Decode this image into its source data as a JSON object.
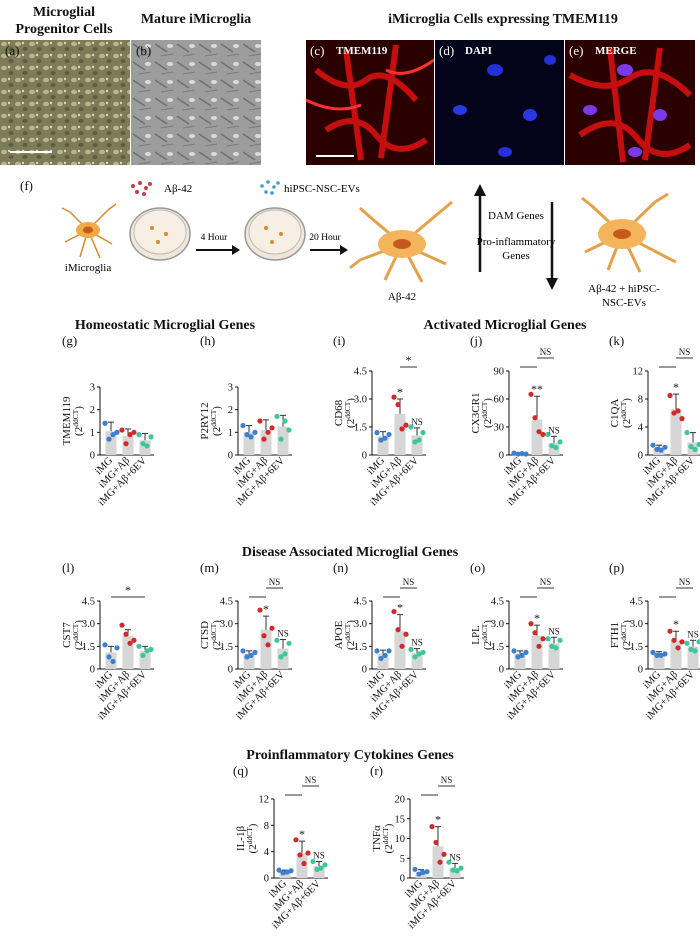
{
  "top": {
    "header_a": "Microglial Progenitor Cells",
    "header_b": "Mature iMicroglia",
    "header_cde": "iMicroglia Cells expressing TMEM119",
    "label_a": "(a)",
    "label_b": "(b)",
    "label_c": "(c)",
    "label_d": "(d)",
    "label_e": "(e)",
    "chan_c": "TMEM119",
    "chan_d": "DAPI",
    "chan_e": "MERGE"
  },
  "schematic": {
    "label_f": "(f)",
    "cell_label": "iMicroglia",
    "ab_label": "Aβ-42",
    "ev_label": "hiPSC-NSC-EVs",
    "arrow1": "4 Hour",
    "arrow2": "20 Hour",
    "result_label": "Aβ-42",
    "dam": "DAM Genes",
    "pro1": "Pro-inflammatory",
    "pro2": "Genes",
    "final1": "Aβ-42 + hiPSC-",
    "final2": "NSC-EVs"
  },
  "sections": {
    "homeostatic": "Homeostatic Microglial Genes",
    "activated": "Activated Microglial Genes",
    "disease": "Disease Associated Microglial Genes",
    "cytokine": "Proinflammatory Cytokines Genes"
  },
  "colors": {
    "iMG": "#3d7fd0",
    "iMG_Ab": "#d12a2a",
    "iMG_Ab_EV": "#3cc79a",
    "bar": "#d6d6d6"
  },
  "chart_data": [
    {
      "type": "bar",
      "panel": "(g)",
      "gene": "TMEM119",
      "categories": [
        "iMG",
        "iMG+Aβ",
        "iMG+Aβ+6EV"
      ],
      "values": [
        1.05,
        0.85,
        0.65
      ],
      "err": [
        0.4,
        0.3,
        0.3
      ],
      "ylim": [
        0,
        3
      ],
      "ticks": [
        "0",
        "1",
        "2",
        "3"
      ],
      "points": [
        [
          1.4,
          0.7,
          0.9,
          1.0
        ],
        [
          1.1,
          0.5,
          0.9,
          1.0
        ],
        [
          0.9,
          0.5,
          0.4,
          0.8
        ]
      ],
      "sig": []
    },
    {
      "type": "bar",
      "panel": "(h)",
      "gene": "P2RY12",
      "categories": [
        "iMG",
        "iMG+Aβ",
        "iMG+Aβ+6EV"
      ],
      "values": [
        1.0,
        1.1,
        1.25
      ],
      "err": [
        0.3,
        0.45,
        0.5
      ],
      "ylim": [
        0,
        3
      ],
      "ticks": [
        "0",
        "1",
        "2",
        "3"
      ],
      "points": [
        [
          1.3,
          0.9,
          0.8,
          1.0
        ],
        [
          1.5,
          0.7,
          1.0,
          1.2
        ],
        [
          1.7,
          0.7,
          1.5,
          1.1
        ]
      ],
      "sig": []
    },
    {
      "type": "bar",
      "panel": "(i)",
      "gene": "CD68",
      "categories": [
        "iMG",
        "iMG+Aβ",
        "iMG+Aβ+6EV"
      ],
      "values": [
        1.0,
        2.2,
        1.05
      ],
      "err": [
        0.25,
        0.8,
        0.4
      ],
      "ylim": [
        0,
        4.5
      ],
      "ticks": [
        "0",
        "1.5",
        "3.0",
        "4.5"
      ],
      "points": [
        [
          1.2,
          0.8,
          0.9,
          1.1
        ],
        [
          3.1,
          2.7,
          1.4,
          1.6
        ],
        [
          1.5,
          0.7,
          0.8,
          1.2
        ]
      ],
      "sig": [
        {
          "at": 1,
          "text": "*"
        },
        {
          "at": 2,
          "text": "NS"
        },
        {
          "from": 1,
          "to": 2,
          "text": "*",
          "level": 1
        }
      ]
    },
    {
      "type": "bar",
      "panel": "(j)",
      "gene": "CX3CR1",
      "categories": [
        "iMG",
        "iMG+Aβ",
        "iMG+Aβ+6EV"
      ],
      "values": [
        1.5,
        38,
        13
      ],
      "err": [
        1,
        25,
        7
      ],
      "ylim": [
        0,
        90
      ],
      "ticks": [
        "0",
        "30",
        "60",
        "90"
      ],
      "points": [
        [
          2,
          1,
          1.5,
          1
        ],
        [
          65,
          40,
          25,
          22
        ],
        [
          22,
          10,
          8,
          14
        ]
      ],
      "sig": [
        {
          "at": 1,
          "text": "**"
        },
        {
          "at": 2,
          "text": "NS"
        },
        {
          "from": 0,
          "to": 1,
          "text": "",
          "level": 1
        },
        {
          "from": 1,
          "to": 2,
          "text": "NS",
          "level": 2
        }
      ]
    },
    {
      "type": "bar",
      "panel": "(k)",
      "gene": "C1QA",
      "categories": [
        "iMG",
        "iMG+Aβ",
        "iMG+Aβ+6EV"
      ],
      "values": [
        1.0,
        6.5,
        1.8
      ],
      "err": [
        0.4,
        2.2,
        1.4
      ],
      "ylim": [
        0,
        12
      ],
      "ticks": [
        "0",
        "4",
        "8",
        "12"
      ],
      "points": [
        [
          1.4,
          0.8,
          0.7,
          1.1
        ],
        [
          8.5,
          6.0,
          6.3,
          5.2
        ],
        [
          3.2,
          1.2,
          0.8,
          1.5
        ]
      ],
      "sig": [
        {
          "at": 1,
          "text": "*"
        },
        {
          "from": 0,
          "to": 1,
          "text": "",
          "level": 1
        },
        {
          "from": 1,
          "to": 2,
          "text": "NS",
          "level": 2
        }
      ]
    },
    {
      "type": "bar",
      "panel": "(l)",
      "gene": "CST7",
      "categories": [
        "iMG",
        "iMG+Aβ",
        "iMG+Aβ+6EV"
      ],
      "values": [
        1.1,
        2.2,
        1.2
      ],
      "err": [
        0.4,
        0.4,
        0.3
      ],
      "ylim": [
        0,
        4.5
      ],
      "ticks": [
        "0",
        "1.5",
        "3.0",
        "4.5"
      ],
      "points": [
        [
          1.6,
          0.8,
          0.5,
          1.4
        ],
        [
          2.9,
          2.3,
          1.7,
          1.9
        ],
        [
          1.5,
          0.9,
          1.2,
          1.3
        ]
      ],
      "sig": [
        {
          "from": 0,
          "to": 2,
          "text": "*",
          "level": 1
        }
      ]
    },
    {
      "type": "bar",
      "panel": "(m)",
      "gene": "CTSD",
      "categories": [
        "iMG",
        "iMG+Aβ",
        "iMG+Aβ+6EV"
      ],
      "values": [
        1.0,
        2.6,
        1.35
      ],
      "err": [
        0.2,
        0.9,
        0.6
      ],
      "ylim": [
        0,
        4.5
      ],
      "ticks": [
        "0",
        "1.5",
        "3.0",
        "4.5"
      ],
      "points": [
        [
          1.2,
          0.8,
          0.9,
          1.1
        ],
        [
          3.9,
          2.2,
          1.6,
          2.7
        ],
        [
          1.9,
          0.8,
          1.0,
          1.7
        ]
      ],
      "sig": [
        {
          "at": 1,
          "text": "*"
        },
        {
          "at": 2,
          "text": "NS"
        },
        {
          "from": 0,
          "to": 1,
          "text": "",
          "level": 1
        },
        {
          "from": 1,
          "to": 2,
          "text": "NS",
          "level": 2
        }
      ]
    },
    {
      "type": "bar",
      "panel": "(n)",
      "gene": "APOE",
      "categories": [
        "iMG",
        "iMG+Aβ",
        "iMG+Aβ+6EV"
      ],
      "values": [
        1.0,
        2.5,
        1.05
      ],
      "err": [
        0.25,
        1.1,
        0.3
      ],
      "ylim": [
        0,
        4.5
      ],
      "ticks": [
        "0",
        "1.5",
        "3.0",
        "4.5"
      ],
      "points": [
        [
          1.2,
          0.7,
          0.9,
          1.2
        ],
        [
          3.8,
          2.6,
          1.5,
          2.3
        ],
        [
          1.3,
          0.8,
          1.0,
          1.1
        ]
      ],
      "sig": [
        {
          "at": 1,
          "text": "*"
        },
        {
          "at": 2,
          "text": "NS"
        },
        {
          "from": 0,
          "to": 1,
          "text": "",
          "level": 1
        },
        {
          "from": 1,
          "to": 2,
          "text": "NS",
          "level": 2
        }
      ]
    },
    {
      "type": "bar",
      "panel": "(o)",
      "gene": "LPL",
      "categories": [
        "iMG",
        "iMG+Aβ",
        "iMG+Aβ+6EV"
      ],
      "values": [
        1.0,
        2.2,
        1.7
      ],
      "err": [
        0.2,
        0.7,
        0.4
      ],
      "ylim": [
        0,
        4.5
      ],
      "ticks": [
        "0",
        "1.5",
        "3.0",
        "4.5"
      ],
      "points": [
        [
          1.2,
          0.8,
          0.9,
          1.1
        ],
        [
          3.0,
          2.4,
          1.5,
          2.0
        ],
        [
          2.0,
          1.5,
          1.4,
          1.9
        ]
      ],
      "sig": [
        {
          "at": 1,
          "text": "*"
        },
        {
          "at": 2,
          "text": "NS"
        },
        {
          "from": 0,
          "to": 1,
          "text": "",
          "level": 1
        },
        {
          "from": 1,
          "to": 2,
          "text": "NS",
          "level": 2
        }
      ]
    },
    {
      "type": "bar",
      "panel": "(p)",
      "gene": "FTH1",
      "categories": [
        "iMG",
        "iMG+Aβ",
        "iMG+Aβ+6EV"
      ],
      "values": [
        1.0,
        1.9,
        1.5
      ],
      "err": [
        0.15,
        0.6,
        0.4
      ],
      "ylim": [
        0,
        4.5
      ],
      "ticks": [
        "0",
        "1.5",
        "3.0",
        "4.5"
      ],
      "points": [
        [
          1.1,
          0.9,
          0.9,
          1.0
        ],
        [
          2.5,
          1.9,
          1.4,
          1.8
        ],
        [
          1.7,
          1.3,
          1.2,
          1.8
        ]
      ],
      "sig": [
        {
          "at": 1,
          "text": "*"
        },
        {
          "at": 2,
          "text": "NS"
        },
        {
          "from": 0,
          "to": 1,
          "text": "",
          "level": 1
        },
        {
          "from": 1,
          "to": 2,
          "text": "NS",
          "level": 2
        }
      ]
    },
    {
      "type": "bar",
      "panel": "(q)",
      "gene": "IL-1β",
      "categories": [
        "iMG",
        "iMG+Aβ",
        "iMG+Aβ+6EV"
      ],
      "values": [
        1.0,
        3.8,
        1.8
      ],
      "err": [
        0.2,
        1.8,
        0.7
      ],
      "ylim": [
        0,
        12
      ],
      "ticks": [
        "0",
        "4",
        "8",
        "12"
      ],
      "points": [
        [
          1.2,
          0.8,
          0.9,
          1.1
        ],
        [
          5.8,
          3.5,
          2.2,
          3.8
        ],
        [
          2.5,
          1.3,
          1.5,
          2.0
        ]
      ],
      "sig": [
        {
          "at": 1,
          "text": "*"
        },
        {
          "at": 2,
          "text": "NS"
        },
        {
          "from": 0,
          "to": 1,
          "text": "",
          "level": 1
        },
        {
          "from": 1,
          "to": 2,
          "text": "NS",
          "level": 2
        }
      ]
    },
    {
      "type": "bar",
      "panel": "(r)",
      "gene": "TNFα",
      "categories": [
        "iMG",
        "iMG+Aβ",
        "iMG+Aβ+6EV"
      ],
      "values": [
        1.5,
        8.0,
        2.5
      ],
      "err": [
        0.6,
        5.0,
        1.2
      ],
      "ylim": [
        0,
        20
      ],
      "ticks": [
        "0",
        "5",
        "10",
        "15",
        "20"
      ],
      "points": [
        [
          2.2,
          1.0,
          1.4,
          1.6
        ],
        [
          13,
          9,
          4,
          6
        ],
        [
          4,
          2,
          1.8,
          2.5
        ]
      ],
      "sig": [
        {
          "at": 1,
          "text": "*"
        },
        {
          "at": 2,
          "text": "NS"
        },
        {
          "from": 0,
          "to": 1,
          "text": "",
          "level": 1
        },
        {
          "from": 1,
          "to": 2,
          "text": "NS",
          "level": 2
        }
      ]
    }
  ]
}
